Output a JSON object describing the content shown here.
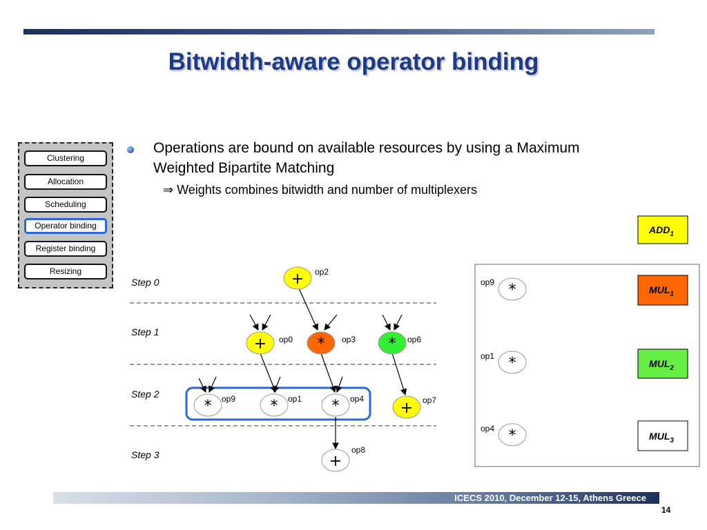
{
  "title": "Bitwidth-aware operator binding",
  "flow": {
    "items": [
      "Clustering",
      "Allocation",
      "Scheduling",
      "Operator binding",
      "Register binding",
      "Resizing"
    ],
    "active_index": 3
  },
  "bullets": {
    "main": "Operations are bound on available resources by using a Maximum Weighted Bipartite Matching",
    "implies_symbol": "⇒",
    "sub": "Weights combines bitwidth and number of multiplexers"
  },
  "diagram": {
    "steps": [
      "Step 0",
      "Step 1",
      "Step 2",
      "Step 3"
    ],
    "ops": [
      {
        "id": "op2",
        "label": "op2",
        "symbol": "+",
        "color": "#ffff00"
      },
      {
        "id": "op0",
        "label": "op0",
        "symbol": "+",
        "color": "#ffff00"
      },
      {
        "id": "op3",
        "label": "op3",
        "symbol": "*",
        "color": "#ff6600"
      },
      {
        "id": "op6",
        "label": "op6",
        "symbol": "*",
        "color": "#33ee33"
      },
      {
        "id": "op9",
        "label": "op9",
        "symbol": "*",
        "color": "#ffffff"
      },
      {
        "id": "op1",
        "label": "op1",
        "symbol": "*",
        "color": "#ffffff"
      },
      {
        "id": "op4",
        "label": "op4",
        "symbol": "*",
        "color": "#ffffff"
      },
      {
        "id": "op7",
        "label": "op7",
        "symbol": "+",
        "color": "#ffff00"
      },
      {
        "id": "op8",
        "label": "op8",
        "symbol": "+",
        "color": "#ffffff"
      }
    ],
    "bipartite": {
      "ops": [
        {
          "label": "op9",
          "symbol": "*"
        },
        {
          "label": "op1",
          "symbol": "*"
        },
        {
          "label": "op4",
          "symbol": "*"
        }
      ]
    },
    "resources": [
      {
        "name": "ADD",
        "sub": "1",
        "color": "#ffff00"
      },
      {
        "name": "MUL",
        "sub": "1",
        "color": "#ff6600"
      },
      {
        "name": "MUL",
        "sub": "2",
        "color": "#66ee44"
      },
      {
        "name": "MUL",
        "sub": "3",
        "color": "#ffffff"
      }
    ],
    "highlight_color": "#2a67d8"
  },
  "footer": {
    "text": "ICECS 2010, December 12-15, Athens Greece",
    "page": "14"
  }
}
